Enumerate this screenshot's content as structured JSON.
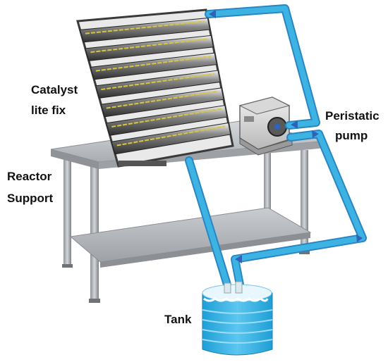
{
  "labels": {
    "catalyst_line1": "Catalyst",
    "catalyst_line2": "lite fix",
    "pump_line1": "Peristatic",
    "pump_line2": "pump",
    "reactor_line1": "Reactor",
    "reactor_line2": "Support",
    "tank": "Tank"
  },
  "colors": {
    "tube": "#38a9dc",
    "tube_edge": "#2a86c2",
    "arrow": "#2f62b8",
    "water": "#34b4e6",
    "table_steel": "#b9bcc0",
    "frame": "#3a3a3a"
  },
  "icons": [
    "arrow-icon"
  ]
}
